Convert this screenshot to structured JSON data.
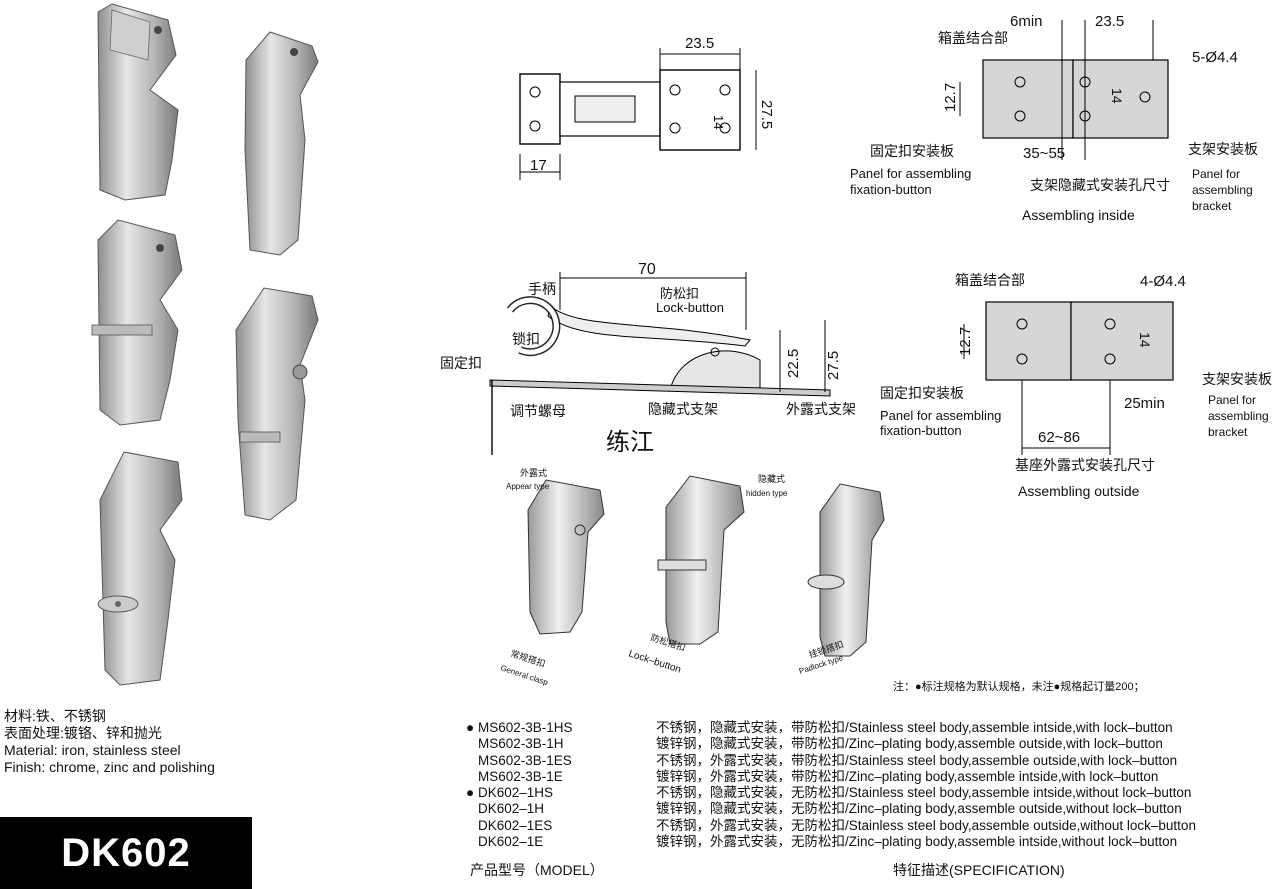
{
  "material": {
    "cn_material": "材料:铁、不锈钢",
    "cn_finish": "表面处理:镀铬、锌和抛光",
    "en_material": "Material: iron, stainless steel",
    "en_finish": "Finish: chrome, zinc and polishing"
  },
  "product_code": "DK602",
  "note": "注：●标注规格为默认规格，未注●规格起订量200；",
  "models": [
    {
      "marked": true,
      "code": "MS602-3B-1HS",
      "spec": "不锈钢，隐藏式安装，带防松扣/Stainless steel body,assemble intside,with lock–button"
    },
    {
      "marked": false,
      "code": "MS602-3B-1H",
      "spec": "镀锌钢，隐藏式安装，带防松扣/Zinc–plating body,assemble outside,with lock–button"
    },
    {
      "marked": false,
      "code": "MS602-3B-1ES",
      "spec": "不锈钢，外露式安装，带防松扣/Stainless steel body,assemble outside,with lock–button"
    },
    {
      "marked": false,
      "code": "MS602-3B-1E",
      "spec": "镀锌钢，外露式安装，带防松扣/Zinc–plating body,assemble intside,with lock–button"
    },
    {
      "marked": true,
      "code": "DK602–1HS",
      "spec": "不锈钢，隐藏式安装，无防松扣/Stainless steel body,assemble intside,without lock–button"
    },
    {
      "marked": false,
      "code": "DK602–1H",
      "spec": "镀锌钢，隐藏式安装，无防松扣/Zinc–plating body,assemble outside,without lock–button"
    },
    {
      "marked": false,
      "code": "DK602–1ES",
      "spec": "不锈钢，外露式安装，无防松扣/Stainless steel body,assemble outside,without lock–button"
    },
    {
      "marked": false,
      "code": "DK602–1E",
      "spec": "镀锌钢，外露式安装，无防松扣/Zinc–plating body,assemble intside,without lock–button"
    }
  ],
  "footer": {
    "model_label": "产品型号（MODEL）",
    "spec_label": "特征描述(SPECIFICATION)"
  },
  "top_drawing": {
    "dim_width": "23.5",
    "dim_14": "14",
    "dim_height": "27.5",
    "dim_17": "17"
  },
  "inside_drawing": {
    "box_joint": "箱盖结合部",
    "dim_6min": "6min",
    "dim_23_5": "23.5",
    "holes": "5-Ø4.4",
    "dim_12_7": "12.7",
    "dim_14": "14",
    "dim_range": "35~55",
    "panel_cn": "固定扣安装板",
    "panel_en_1": "Panel for assembling",
    "panel_en_2": "fixation-button",
    "bracket_cn": "支架安装板",
    "bracket_en_1": "Panel for",
    "bracket_en_2": "assembling",
    "bracket_en_3": "bracket",
    "caption_cn": "支架隐藏式安装孔尺寸",
    "caption_en": "Assembling inside"
  },
  "outside_drawing": {
    "box_joint": "箱盖结合部",
    "holes": "4-Ø4.4",
    "dim_12_7": "12.7",
    "dim_14": "14",
    "dim_25min": "25min",
    "dim_range": "62~86",
    "panel_cn": "固定扣安装板",
    "panel_en_1": "Panel for assembling",
    "panel_en_2": "fixation-button",
    "bracket_cn": "支架安装板",
    "bracket_en_1": "Panel for",
    "bracket_en_2": "assembling",
    "bracket_en_3": "bracket",
    "caption_cn": "基座外露式安装孔尺寸",
    "caption_en": "Assembling outside"
  },
  "side_drawing": {
    "dim_70": "70",
    "handle": "手柄",
    "lock_cn": "防松扣",
    "lock_en": "Lock-button",
    "latch": "锁扣",
    "fix": "固定扣",
    "dim_22_5": "22.5",
    "dim_27_5": "27.5",
    "nut": "调节螺母",
    "hidden_bracket": "隐藏式支架",
    "outer_bracket": "外露式支架",
    "mark": "练江"
  },
  "types": {
    "appear_cn": "外露式",
    "appear_en": "Appear type",
    "hidden_cn": "隐藏式",
    "hidden_en": "hidden type",
    "general_cn": "常规搭扣",
    "general_en": "General clasp",
    "lock_cn": "防松搭扣",
    "lock_en": "Lock–button",
    "padlock_cn": "挂锁搭扣",
    "padlock_en": "Padlock type"
  }
}
